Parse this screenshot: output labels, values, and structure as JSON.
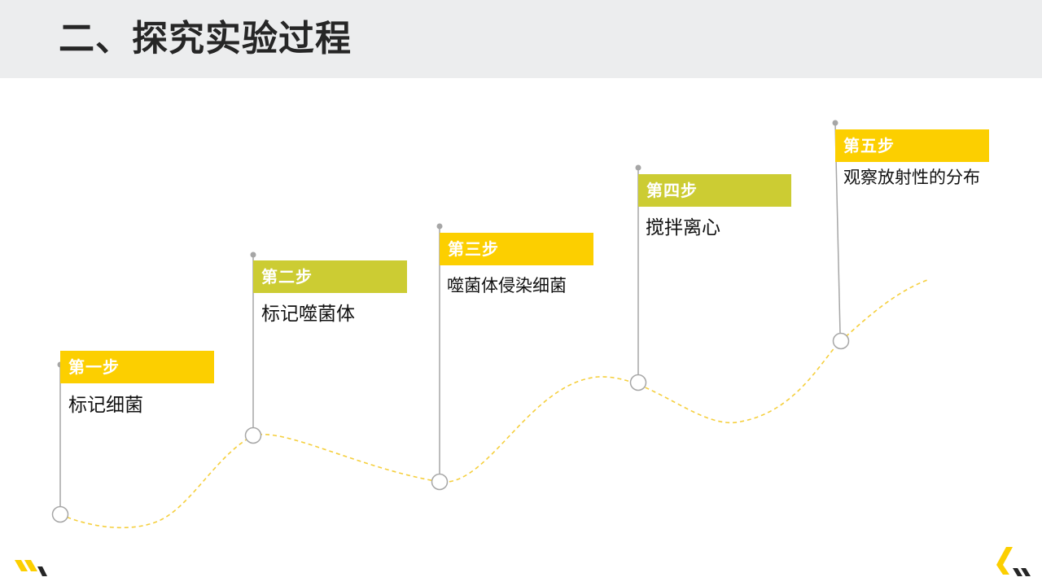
{
  "title": "二、探究实验过程",
  "colors": {
    "header_bg": "#ecedee",
    "yellow": "#fccf00",
    "olive": "#cccc33",
    "curve": "#f5cf3d",
    "pole": "#a6a6a6",
    "node_stroke": "#a6a6a6"
  },
  "steps": [
    {
      "label": "第一步",
      "desc": "标记细菌",
      "color": "#fccf00"
    },
    {
      "label": "第二步",
      "desc": "标记噬菌体",
      "color": "#cccc33"
    },
    {
      "label": "第三步",
      "desc": "噬菌体侵染细菌",
      "color": "#fccf00"
    },
    {
      "label": "第四步",
      "desc": "搅拌离心",
      "color": "#cccc33"
    },
    {
      "label": "第五步",
      "desc": "观察放射性的分布",
      "color": "#fccf00"
    }
  ]
}
